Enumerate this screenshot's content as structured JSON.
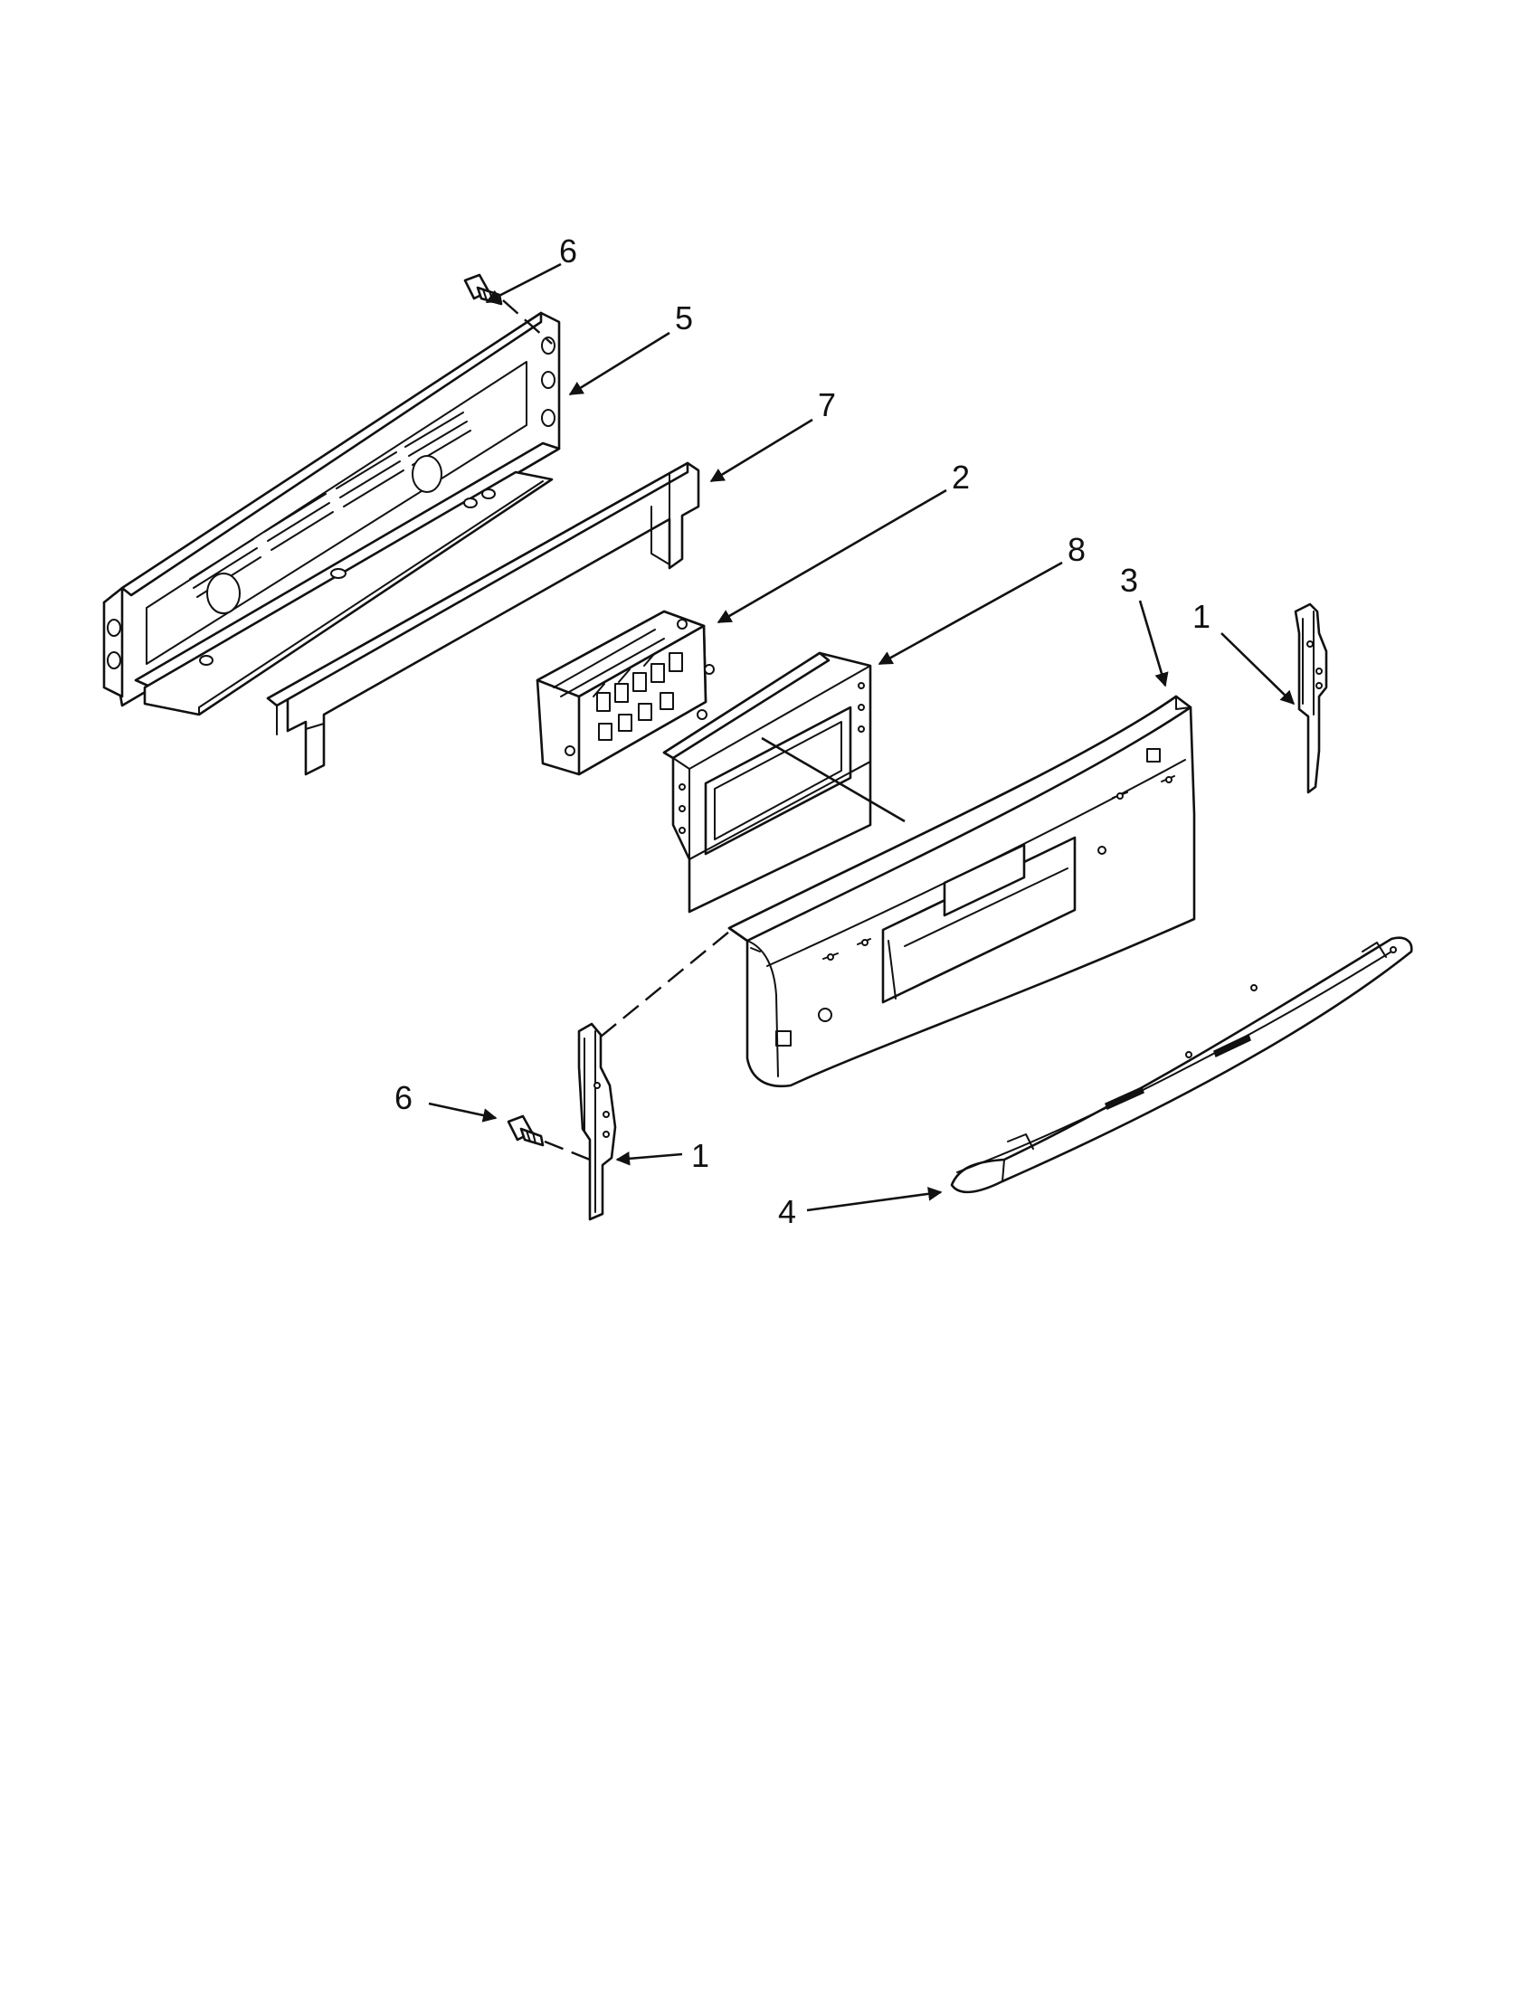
{
  "callouts": {
    "c6_top": "6",
    "c5": "5",
    "c7": "7",
    "c2": "2",
    "c8": "8",
    "c3": "3",
    "c1_right": "1",
    "c6_bottom": "6",
    "c1_bottom": "1",
    "c4": "4"
  },
  "parts": [
    {
      "number": "1",
      "name": "bracket"
    },
    {
      "number": "2",
      "name": "control-module"
    },
    {
      "number": "3",
      "name": "control-panel"
    },
    {
      "number": "4",
      "name": "trim"
    },
    {
      "number": "5",
      "name": "rear-panel"
    },
    {
      "number": "6",
      "name": "screw"
    },
    {
      "number": "7",
      "name": "shield"
    },
    {
      "number": "8",
      "name": "display-bracket"
    }
  ],
  "colors": {
    "line": "#111111",
    "background": "#ffffff"
  }
}
